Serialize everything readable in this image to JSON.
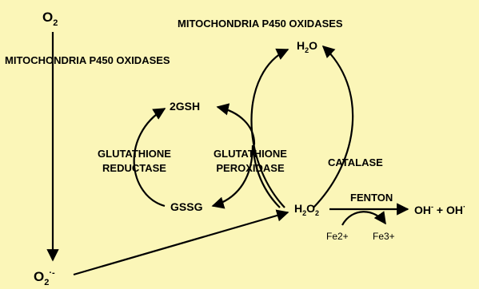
{
  "species": {
    "oxygen": {
      "base": "O",
      "sub": "2"
    },
    "superoxide": {
      "base": "O",
      "sub": "2",
      "sup": "·-"
    },
    "water": {
      "base": "H",
      "sub": "2",
      "rest": "O"
    },
    "peroxide": {
      "base": "H",
      "sub": "2",
      "rest": "O",
      "sub2": "2"
    },
    "gsh": "2GSH",
    "gssg": "GSSG",
    "hydroxyl": {
      "a": "OH",
      "a_sup": "-",
      "plus": " + OH",
      "b_sup": "·"
    },
    "fe2": "Fe2+",
    "fe3": "Fe3+"
  },
  "labels": {
    "mito_left": "MITOCHONDRIA P450 OXIDASES",
    "mito_top": "MITOCHONDRIA P450 OXIDASES",
    "glutathione_reductase_1": "GLUTATHIONE",
    "glutathione_reductase_2": "REDUCTASE",
    "glutathione_peroxidase_1": "GLUTATHIONE",
    "glutathione_peroxidase_2": "PEROXIDASE",
    "catalase": "CATALASE",
    "fenton": "FENTON"
  },
  "colors": {
    "background": "#fbf6b8",
    "ink": "#000000"
  }
}
